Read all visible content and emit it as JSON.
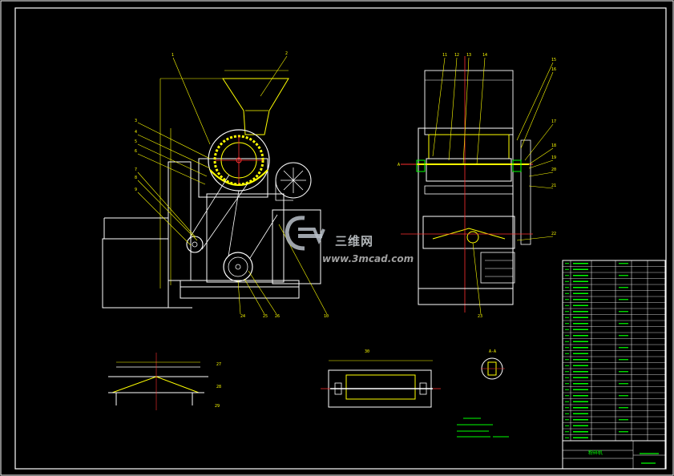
{
  "drawing": {
    "part_labels_left": [
      "1",
      "2",
      "3",
      "4",
      "5",
      "6",
      "7",
      "8",
      "9",
      "10"
    ],
    "part_labels_right": [
      "11",
      "12",
      "13",
      "14",
      "15",
      "16",
      "17",
      "18",
      "19",
      "20",
      "21",
      "22",
      "23",
      "24",
      "25"
    ],
    "part_labels_bottom": [
      "26",
      "27",
      "28",
      "29",
      "30"
    ],
    "section_a_label": "A",
    "detail_a_label": "A-A"
  },
  "watermark": {
    "site_name": "三维网",
    "url": "www.3mcad.com"
  },
  "title_block": {
    "title": "粉碎机"
  },
  "colors": {
    "frame": "#ffffff",
    "line": "#ffffff",
    "yellow": "#ffff00",
    "red": "#ff3030",
    "cyan": "#00ffff",
    "green": "#00ff00",
    "table": "#ffffff"
  }
}
